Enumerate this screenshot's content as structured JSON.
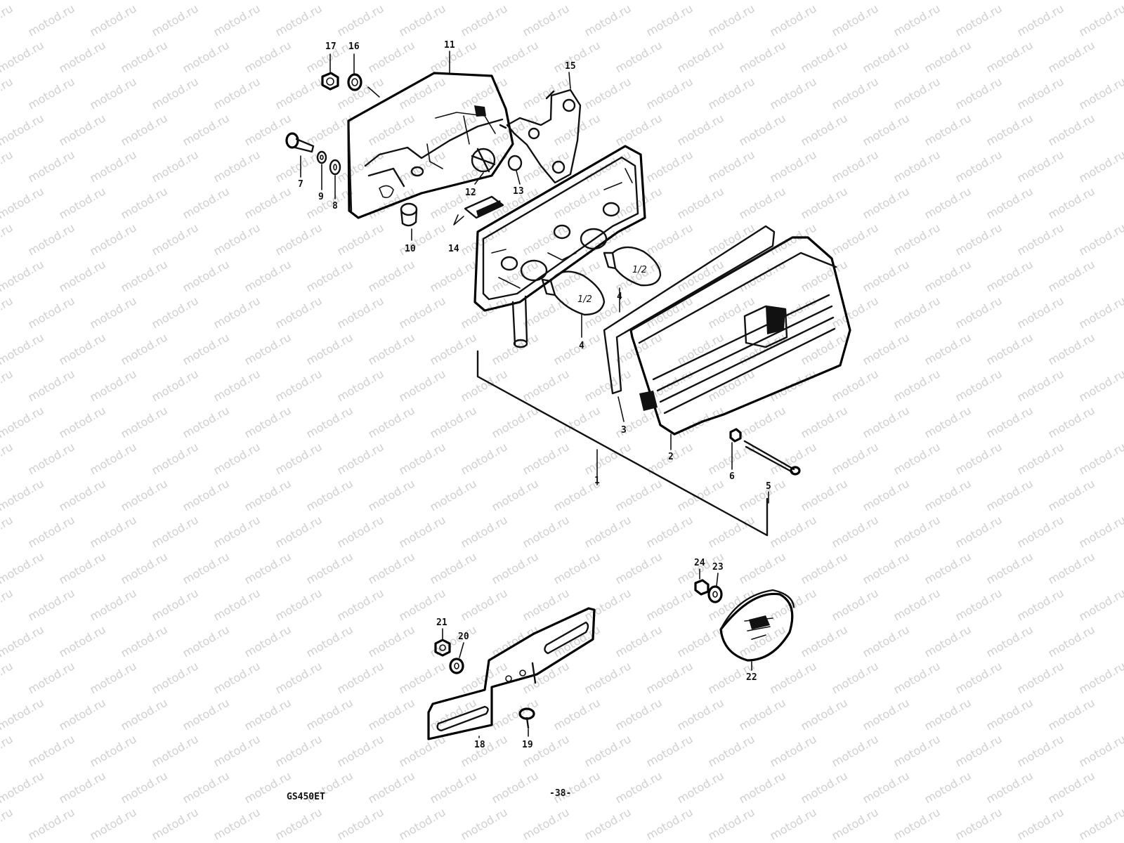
{
  "watermark": "motod.ru",
  "model_code": "GS450ET",
  "page_number": "-38-",
  "part_callouts": {
    "p1": "1",
    "p2": "2",
    "p3": "3",
    "p4": "4",
    "p4b": "4",
    "p5": "5",
    "p6": "6",
    "p7": "7",
    "p8": "8",
    "p9": "9",
    "p10": "10",
    "p11": "11",
    "p12": "12",
    "p13": "13",
    "p14": "14",
    "p15": "15",
    "p16": "16",
    "p17": "17",
    "p18": "18",
    "p19": "19",
    "p20": "20",
    "p21": "21",
    "p22": "22",
    "p23": "23",
    "p24": "24"
  },
  "bulb_markings": {
    "bulb_left": "1/2",
    "bulb_right": "1/2"
  }
}
